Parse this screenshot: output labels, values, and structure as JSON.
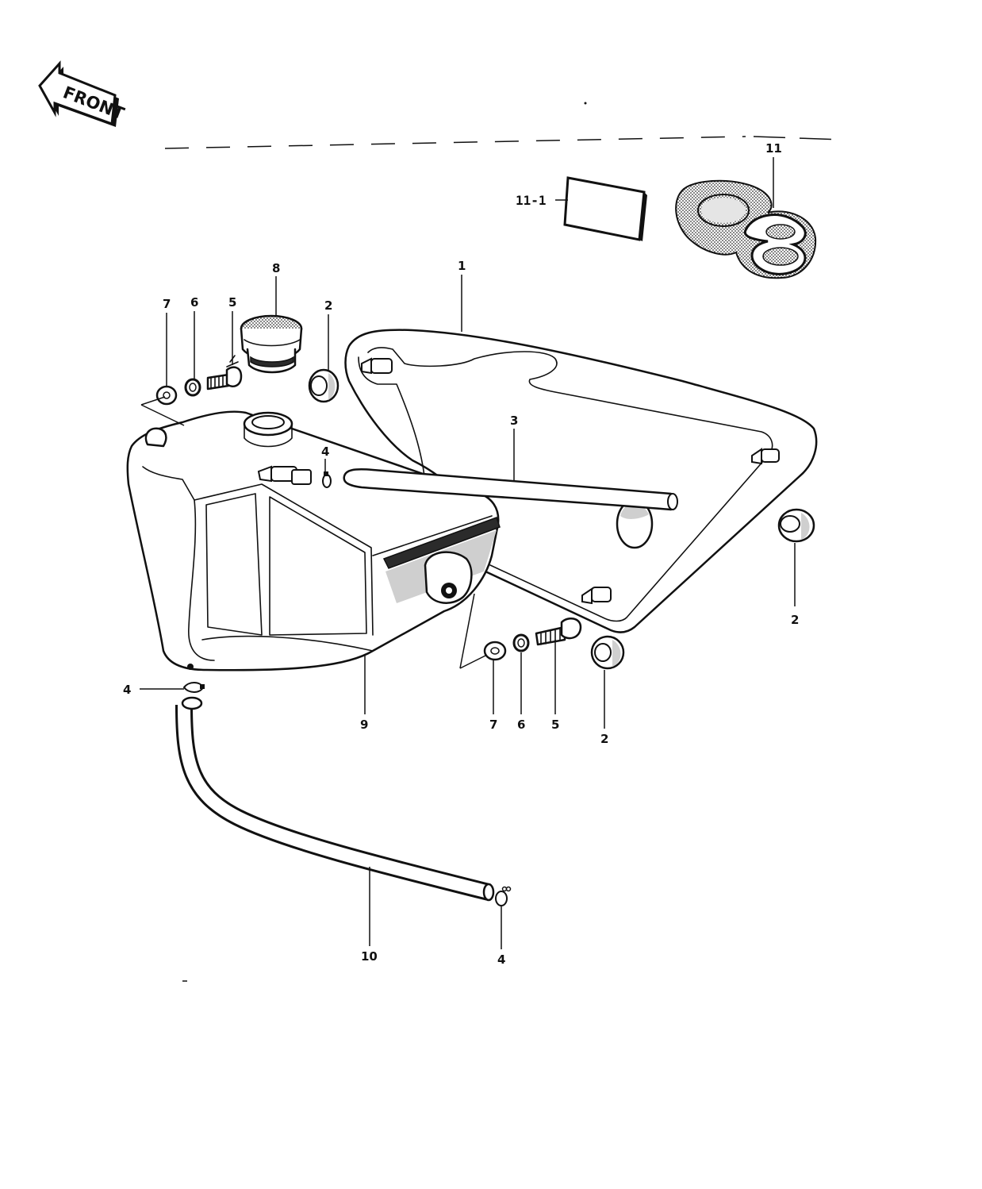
{
  "orientation_label": "FRONT",
  "callouts": {
    "p1": "1",
    "p2a": "2",
    "p2b": "2",
    "p2c": "2",
    "p3": "3",
    "p4a": "4",
    "p4b": "4",
    "p4c": "4",
    "p5a": "5",
    "p5b": "5",
    "p6a": "6",
    "p6b": "6",
    "p7a": "7",
    "p7b": "7",
    "p8": "8",
    "p9": "9",
    "p10": "10",
    "p11": "11",
    "p11_1": "11-1"
  },
  "emblem_numeral": "8",
  "colors": {
    "ink": "#111111",
    "paper": "#ffffff"
  }
}
